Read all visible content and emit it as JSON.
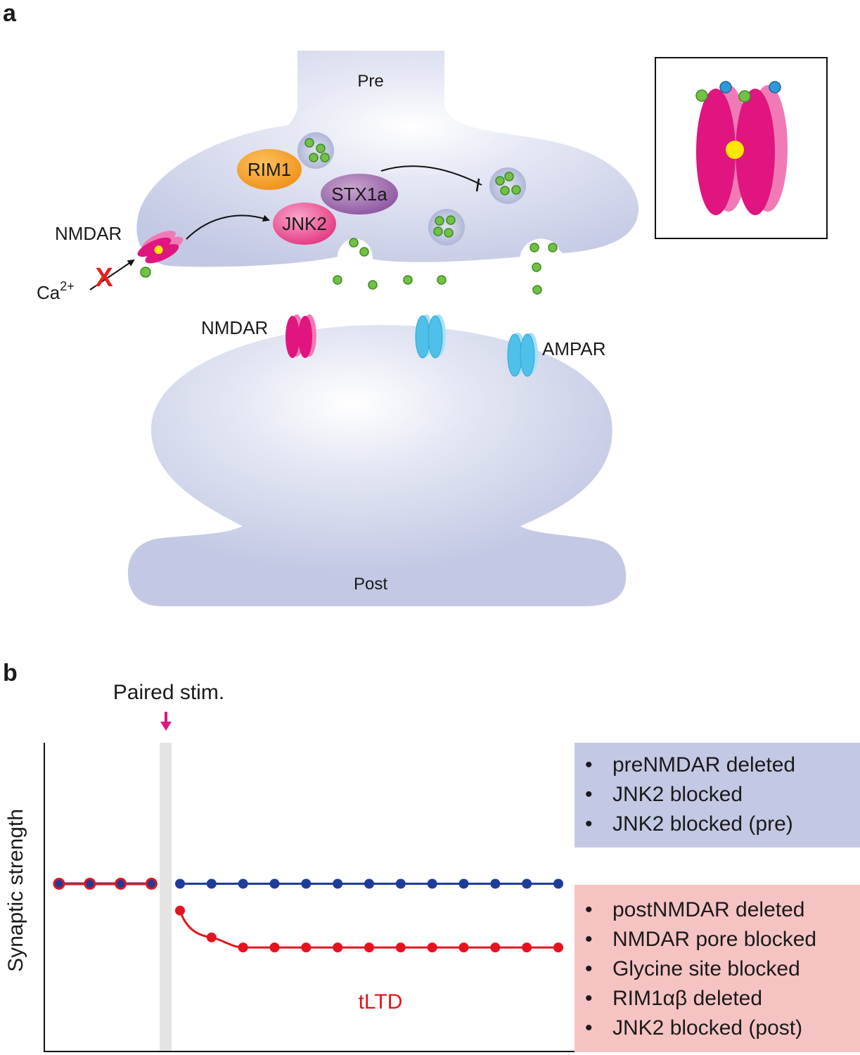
{
  "panel_a": {
    "label": "a",
    "pre_label": "Pre",
    "post_label": "Post",
    "molecules": {
      "rim1": "RIM1",
      "jnk2": "JNK2",
      "stx1a": "STX1a",
      "nmdar_pre": "NMDAR",
      "nmdar_post": "NMDAR",
      "ampar": "AMPAR",
      "ca_base": "Ca",
      "ca_sup": "2+",
      "block_mark": "X"
    },
    "colors": {
      "cell": "#c3c9e4",
      "nmdar": "#e0157f",
      "ampar": "#5ac6ec",
      "rim1": "#f39a1e",
      "stx1a": "#9b63a8",
      "jnk2": "#ea3f8c",
      "glutamate": "#72c046",
      "block": "#e62020",
      "glycine_site": "#2f9ad8",
      "pore": "#ffe600"
    }
  },
  "panel_b": {
    "label": "b",
    "stim_label": "Paired stim.",
    "ylabel": "Synaptic strength",
    "tltd_label": "tLTD",
    "legend_blue": {
      "color": "#c3c9e4",
      "bullet": "•",
      "items": [
        "preNMDAR deleted",
        "JNK2 blocked",
        "JNK2 blocked (pre)"
      ]
    },
    "legend_red": {
      "color": "#f6c3c3",
      "bullet": "•",
      "items": [
        "postNMDAR deleted",
        "NMDAR pore blocked",
        "Glycine site blocked",
        "RIM1αβ deleted",
        "JNK2 blocked (post)"
      ]
    },
    "chart_data": {
      "type": "line",
      "ylim": [
        0,
        1
      ],
      "x_pre": [
        1,
        2,
        3,
        4
      ],
      "x_post": [
        5,
        6,
        7,
        8,
        9,
        10,
        11,
        12,
        13,
        14,
        15,
        16,
        17
      ],
      "series": [
        {
          "color": "#1f3c99",
          "pre_values": [
            0.5,
            0.5,
            0.5,
            0.5
          ],
          "post_values": [
            0.5,
            0.5,
            0.5,
            0.5,
            0.5,
            0.5,
            0.5,
            0.5,
            0.5,
            0.5,
            0.5,
            0.5,
            0.5
          ]
        },
        {
          "color": "#e3141d",
          "pre_values": [
            0.5,
            0.5,
            0.5,
            0.5
          ],
          "post_values": [
            0.42,
            0.34,
            0.31,
            0.31,
            0.31,
            0.31,
            0.31,
            0.31,
            0.31,
            0.31,
            0.31,
            0.31,
            0.31
          ]
        }
      ]
    }
  }
}
